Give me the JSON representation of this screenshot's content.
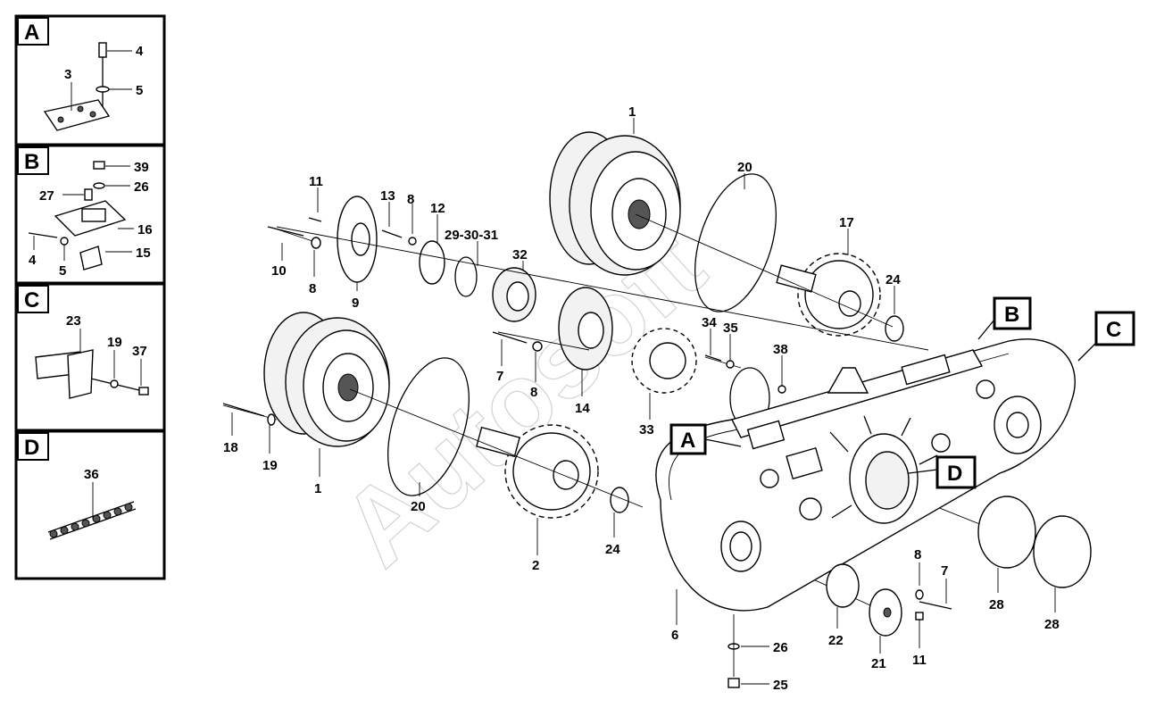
{
  "inset_panels": [
    {
      "letter": "A",
      "labels": [
        "4",
        "5",
        "3"
      ]
    },
    {
      "letter": "B",
      "labels": [
        "39",
        "26",
        "27",
        "16",
        "4",
        "5",
        "15"
      ]
    },
    {
      "letter": "C",
      "labels": [
        "23",
        "19",
        "37"
      ]
    },
    {
      "letter": "D",
      "labels": [
        "36"
      ]
    }
  ],
  "callouts": [
    "A",
    "B",
    "C",
    "D"
  ],
  "part_labels": [
    "1",
    "20",
    "11",
    "13",
    "8",
    "12",
    "29-30-31",
    "32",
    "17",
    "24",
    "34",
    "35",
    "B",
    "C",
    "10",
    "8",
    "9",
    "38",
    "7",
    "8",
    "14",
    "33",
    "A",
    "D",
    "18",
    "19",
    "1",
    "20",
    "24",
    "2",
    "28",
    "28",
    "8",
    "7",
    "6",
    "22",
    "21",
    "11",
    "26",
    "25"
  ],
  "watermark": "Autosoft"
}
